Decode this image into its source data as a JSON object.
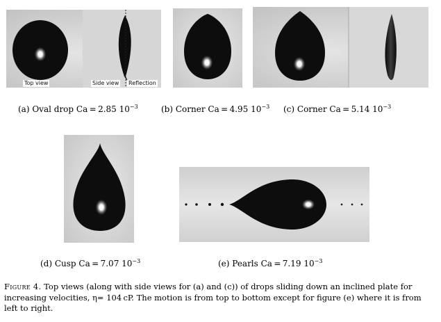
{
  "panels": {
    "a": {
      "labels": {
        "top": "Top view",
        "side": "Side view",
        "reflection": "Reflection"
      },
      "caption": {
        "prefix": "(a) Oval drop Ca = 2.85 10",
        "exp": "−3"
      }
    },
    "b": {
      "caption": {
        "prefix": "(b) Corner Ca = 4.95 10",
        "exp": "−3"
      }
    },
    "c": {
      "caption": {
        "prefix": "(c) Corner Ca = 5.14 10",
        "exp": "−3"
      }
    },
    "d": {
      "caption": {
        "prefix": "(d) Cusp Ca = 7.07 10",
        "exp": "−3"
      }
    },
    "e": {
      "caption": {
        "prefix": "(e) Pearls Ca = 7.19 10",
        "exp": "−3"
      }
    }
  },
  "figure_caption": {
    "label": "Figure 4.",
    "text": "Top views (along with side views for (a) and (c)) of drops sliding down an inclined plate for increasing velocities, η= 104 cP. The motion is from top to bottom except for figure (e) where it is from left to right."
  },
  "colors": {
    "drop": "#0c0c0c",
    "background_light": "#dadada",
    "highlight": "#ffffff"
  }
}
